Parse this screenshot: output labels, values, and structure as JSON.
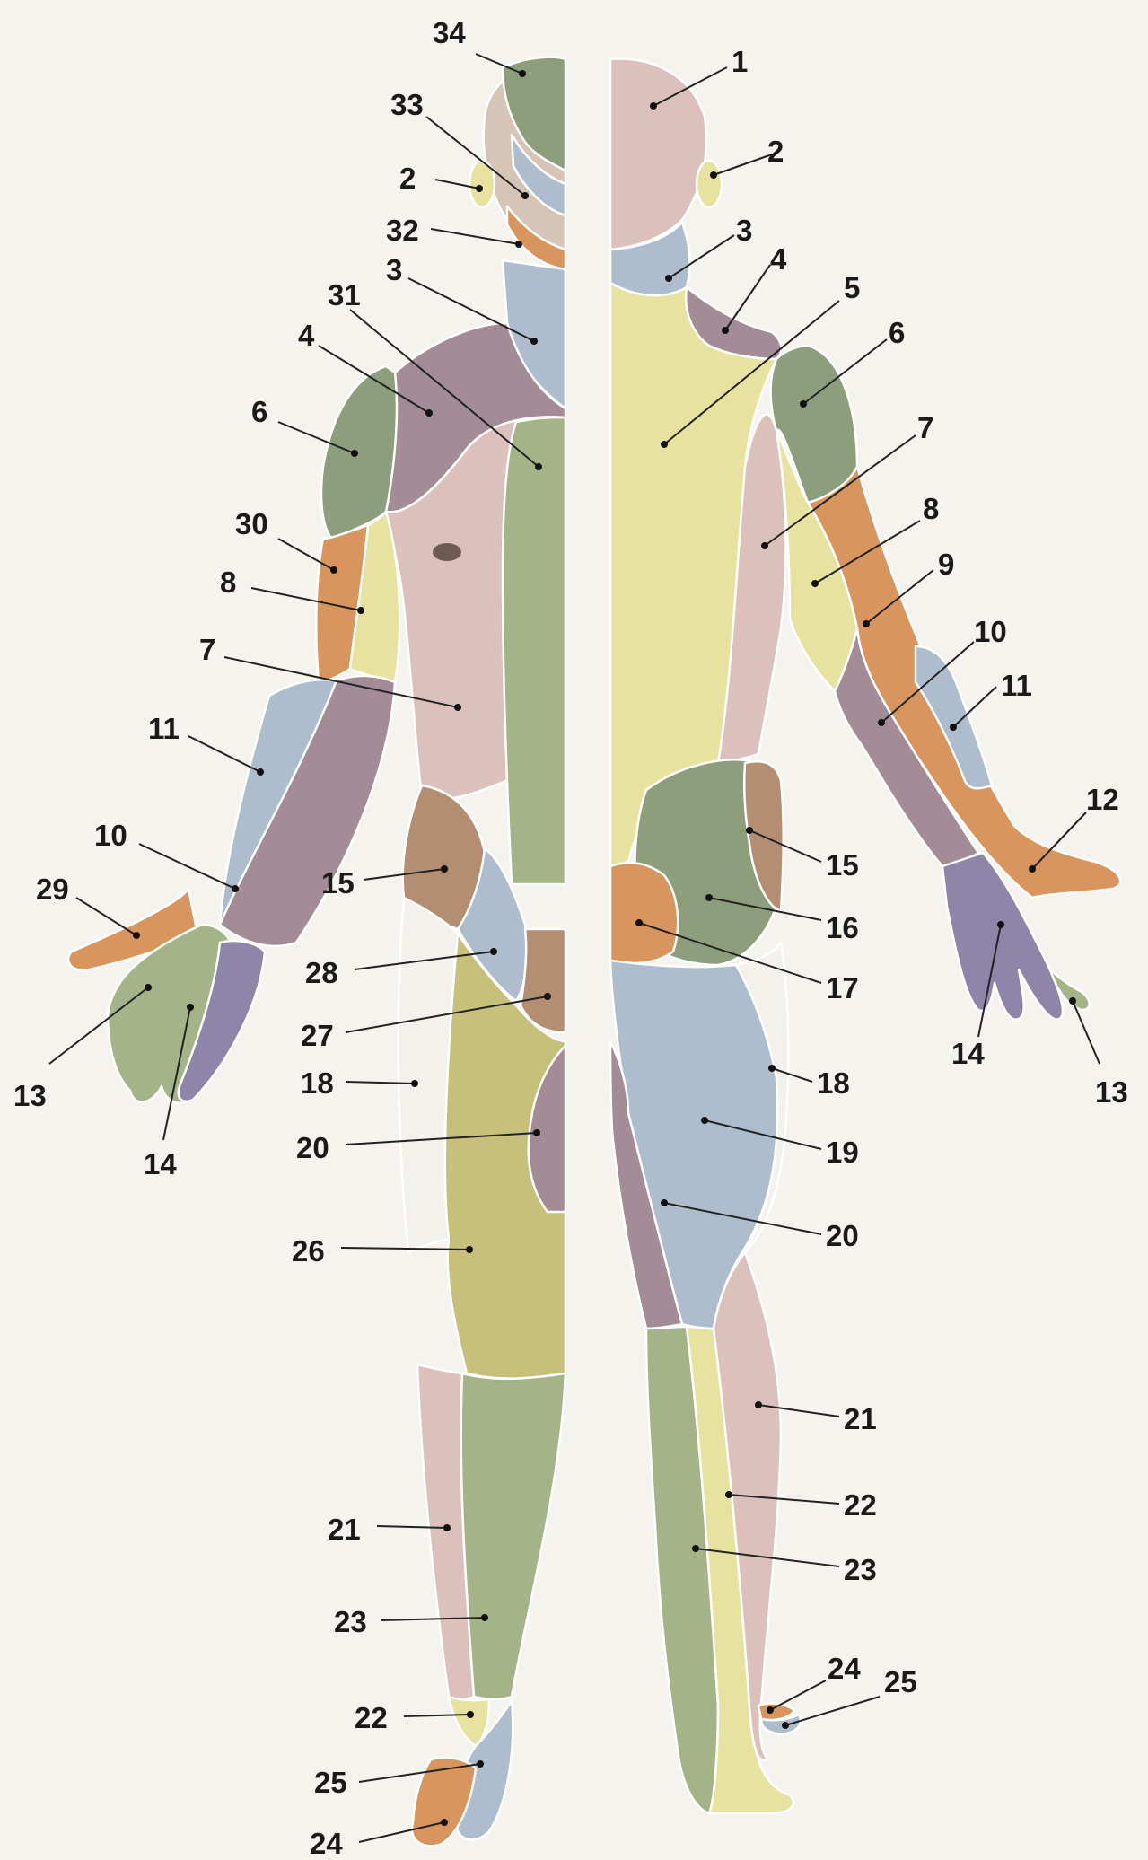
{
  "colors": {
    "background": "#f4f3ee",
    "pink": "#dcc0bb",
    "mauve": "#a38c95",
    "green_dark": "#8d9e7c",
    "sage": "#a5b488",
    "yellow": "#e8e2a0",
    "olive_yellow": "#c7c07a",
    "orange": "#d8955e",
    "blue_grey": "#aebdcd",
    "purple": "#8d86a8",
    "brown": "#b38e72",
    "white_zone": "#f3f1ec",
    "skin_neutral": "#d6c4b6"
  },
  "labels": [
    {
      "id": "lbl-1",
      "text": "1"
    },
    {
      "id": "lbl-2a",
      "text": "2"
    },
    {
      "id": "lbl-2b",
      "text": "2"
    },
    {
      "id": "lbl-3a",
      "text": "3"
    },
    {
      "id": "lbl-3b",
      "text": "3"
    },
    {
      "id": "lbl-4a",
      "text": "4"
    },
    {
      "id": "lbl-4b",
      "text": "4"
    },
    {
      "id": "lbl-5",
      "text": "5"
    },
    {
      "id": "lbl-6a",
      "text": "6"
    },
    {
      "id": "lbl-6b",
      "text": "6"
    },
    {
      "id": "lbl-7a",
      "text": "7"
    },
    {
      "id": "lbl-7b",
      "text": "7"
    },
    {
      "id": "lbl-8a",
      "text": "8"
    },
    {
      "id": "lbl-8b",
      "text": "8"
    },
    {
      "id": "lbl-9",
      "text": "9"
    },
    {
      "id": "lbl-10a",
      "text": "10"
    },
    {
      "id": "lbl-10b",
      "text": "10"
    },
    {
      "id": "lbl-11a",
      "text": "11"
    },
    {
      "id": "lbl-11b",
      "text": "11"
    },
    {
      "id": "lbl-12",
      "text": "12"
    },
    {
      "id": "lbl-13a",
      "text": "13"
    },
    {
      "id": "lbl-13b",
      "text": "13"
    },
    {
      "id": "lbl-14a",
      "text": "14"
    },
    {
      "id": "lbl-14b",
      "text": "14"
    },
    {
      "id": "lbl-15a",
      "text": "15"
    },
    {
      "id": "lbl-15b",
      "text": "15"
    },
    {
      "id": "lbl-16",
      "text": "16"
    },
    {
      "id": "lbl-17",
      "text": "17"
    },
    {
      "id": "lbl-18a",
      "text": "18"
    },
    {
      "id": "lbl-18b",
      "text": "18"
    },
    {
      "id": "lbl-19",
      "text": "19"
    },
    {
      "id": "lbl-20a",
      "text": "20"
    },
    {
      "id": "lbl-20b",
      "text": "20"
    },
    {
      "id": "lbl-21a",
      "text": "21"
    },
    {
      "id": "lbl-21b",
      "text": "21"
    },
    {
      "id": "lbl-22a",
      "text": "22"
    },
    {
      "id": "lbl-22b",
      "text": "22"
    },
    {
      "id": "lbl-23a",
      "text": "23"
    },
    {
      "id": "lbl-23b",
      "text": "23"
    },
    {
      "id": "lbl-24a",
      "text": "24"
    },
    {
      "id": "lbl-24b",
      "text": "24"
    },
    {
      "id": "lbl-25a",
      "text": "25"
    },
    {
      "id": "lbl-25b",
      "text": "25"
    },
    {
      "id": "lbl-26",
      "text": "26"
    },
    {
      "id": "lbl-27",
      "text": "27"
    },
    {
      "id": "lbl-28",
      "text": "28"
    },
    {
      "id": "lbl-29",
      "text": "29"
    },
    {
      "id": "lbl-30",
      "text": "30"
    },
    {
      "id": "lbl-31",
      "text": "31"
    },
    {
      "id": "lbl-32",
      "text": "32"
    },
    {
      "id": "lbl-33",
      "text": "33"
    },
    {
      "id": "lbl-34",
      "text": "34"
    }
  ]
}
